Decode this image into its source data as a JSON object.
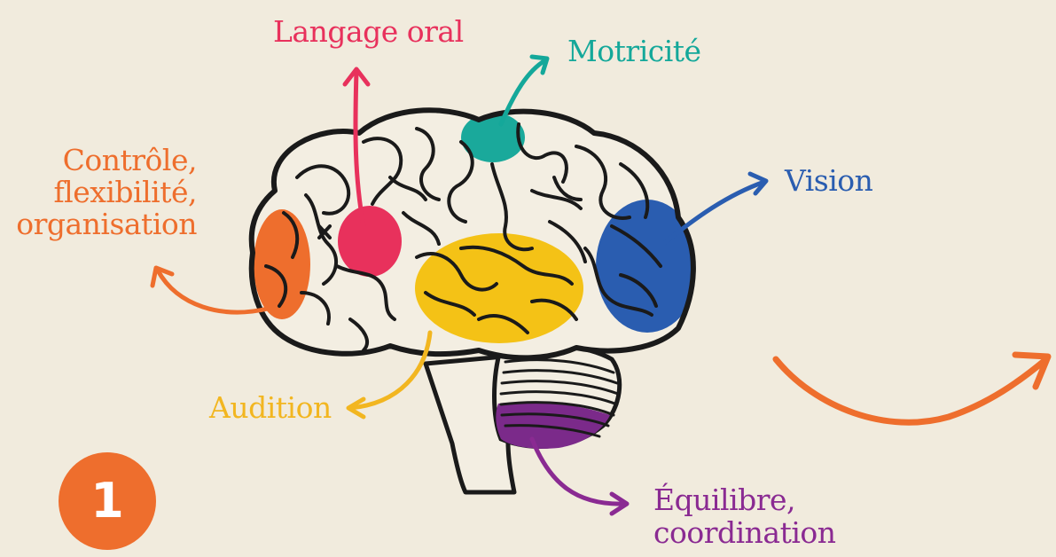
{
  "labels": {
    "langage_oral": "Langage oral",
    "motricite": "Motricité",
    "controle": [
      "Contrôle,",
      "flexibilité,",
      "organisation"
    ],
    "vision": "Vision",
    "audition": "Audition",
    "equilibre": [
      "Équilibre,",
      "coordination"
    ]
  },
  "badge_number": "1",
  "colors": {
    "background": "#f1ebdd",
    "langage_oral": "#e8315c",
    "motricite": "#14a89a",
    "controle": "#ee6e2d",
    "vision": "#2a5db0",
    "audition": "#f2b620",
    "equilibre": "#8a2a92",
    "outline": "#1a1a1a"
  }
}
